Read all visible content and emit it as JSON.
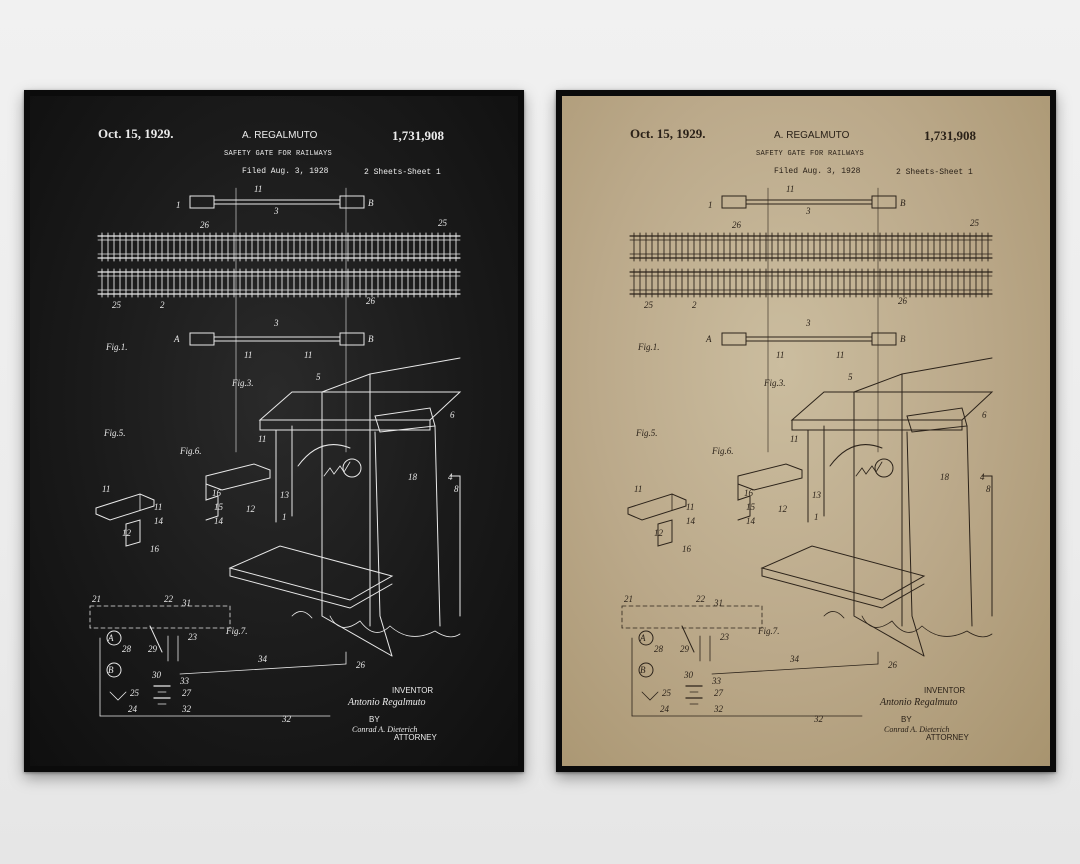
{
  "posters": [
    {
      "style": "dark",
      "date": "Oct. 15, 1929.",
      "inventor_name": "A. REGALMUTO",
      "patent_number": "1,731,908",
      "title": "SAFETY GATE FOR RAILWAYS",
      "filed": "Filed Aug. 3, 1928",
      "sheets": "2 Sheets-Sheet  1",
      "inventor_label": "INVENTOR",
      "inventor_signature": "Antonio Regalmuto",
      "by_label": "BY",
      "attorney_signature": "Conrad A. Dieterich",
      "attorney_label": "ATTORNEY"
    },
    {
      "style": "light",
      "date": "Oct. 15, 1929.",
      "inventor_name": "A. REGALMUTO",
      "patent_number": "1,731,908",
      "title": "SAFETY GATE FOR RAILWAYS",
      "filed": "Filed Aug. 3, 1928",
      "sheets": "2 Sheets-Sheet  1",
      "inventor_label": "INVENTOR",
      "inventor_signature": "Antonio Regalmuto",
      "by_label": "BY",
      "attorney_signature": "Conrad A. Dieterich",
      "attorney_label": "ATTORNEY"
    }
  ],
  "colors": {
    "wall": "#ececec",
    "frame": "#0b0b0b",
    "dark_paper": "#1a1a1a",
    "dark_ink": "#e8e8e8",
    "light_paper": "#bba98a",
    "light_ink": "#2c231a"
  }
}
